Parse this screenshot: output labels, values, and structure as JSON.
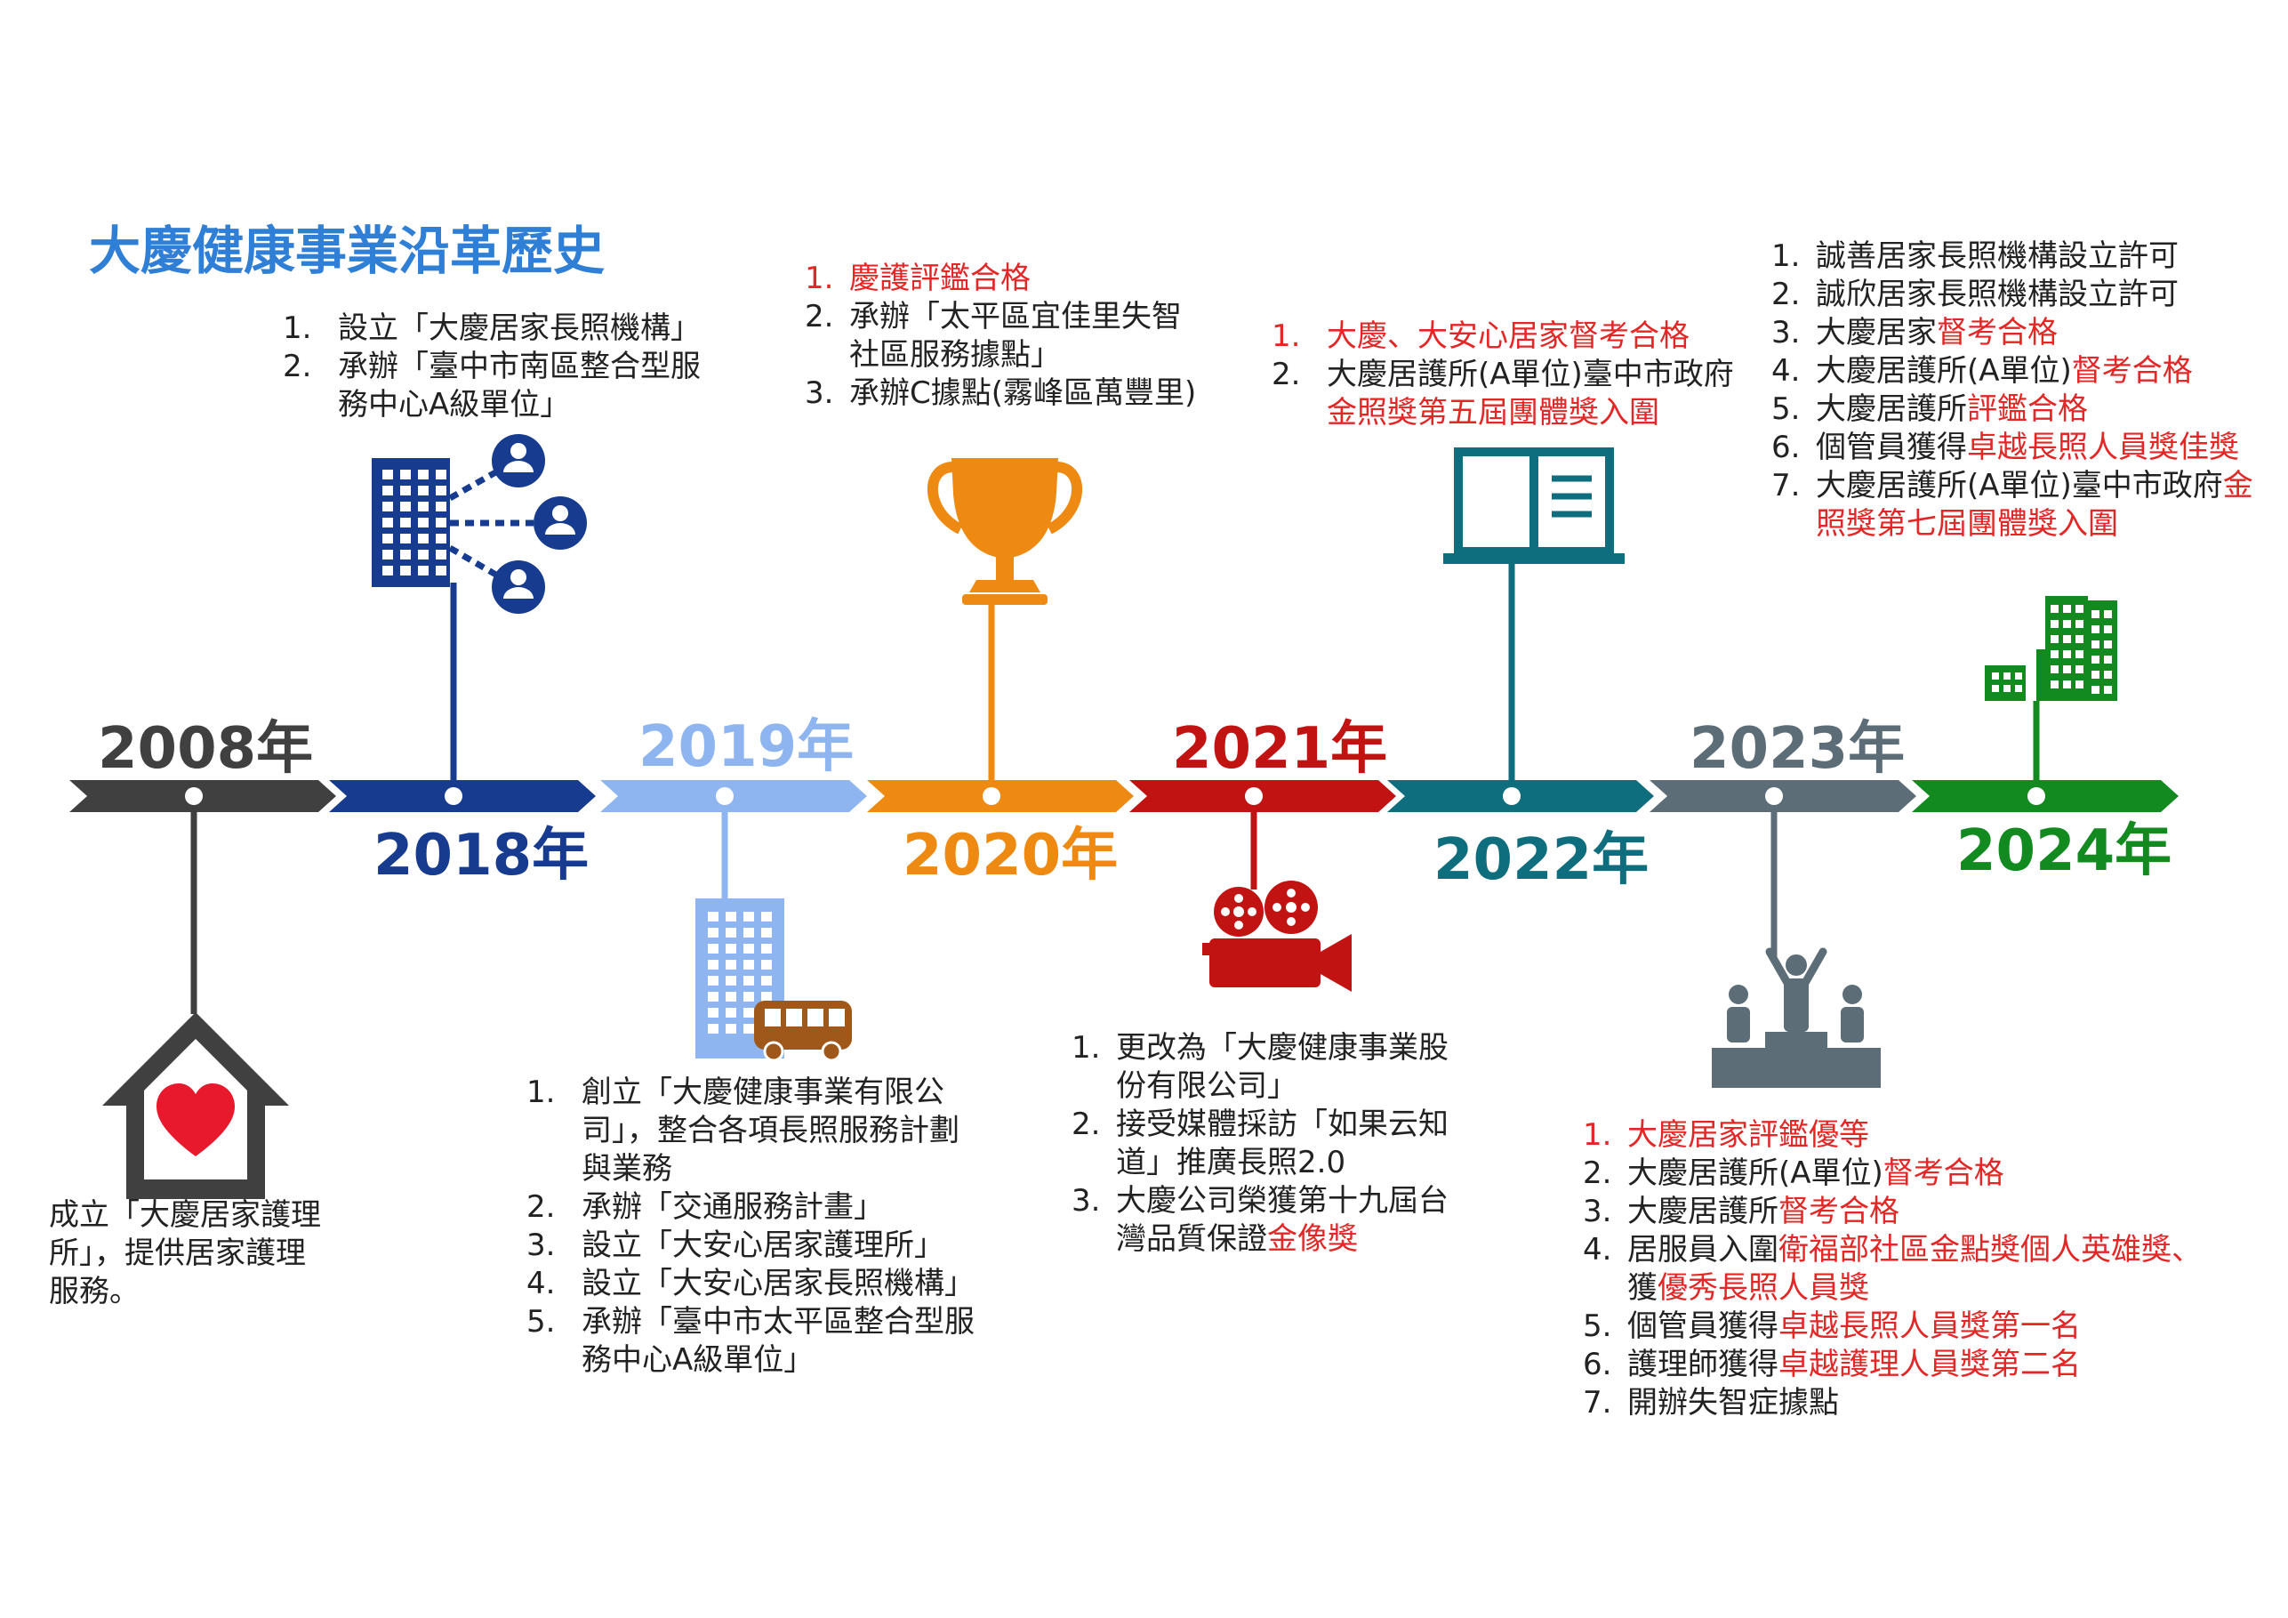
{
  "title": "大慶健康事業沿革歷史",
  "colors": {
    "title": "#2f7fd6",
    "red": "#e32626",
    "y2008": "#404040",
    "y2018": "#173c8f",
    "y2019": "#8fb5f0",
    "y2020": "#ee8a12",
    "y2021": "#c21313",
    "y2022": "#0f6e7e",
    "y2023": "#5d6d78",
    "y2024": "#128a1f"
  },
  "years": [
    {
      "key": "y2008",
      "label": "2008年",
      "icon": "house-heart-icon"
    },
    {
      "key": "y2018",
      "label": "2018年",
      "icon": "building-network-icon"
    },
    {
      "key": "y2019",
      "label": "2019年",
      "icon": "office-bus-icon"
    },
    {
      "key": "y2020",
      "label": "2020年",
      "icon": "trophy-icon"
    },
    {
      "key": "y2021",
      "label": "2021年",
      "icon": "film-camera-icon"
    },
    {
      "key": "y2022",
      "label": "2022年",
      "icon": "book-icon"
    },
    {
      "key": "y2023",
      "label": "2023年",
      "icon": "podium-icon"
    },
    {
      "key": "y2024",
      "label": "2024年",
      "icon": "city-buildings-icon"
    }
  ],
  "events": {
    "e2008": "成立「大慶居家護理所」，提供居家護理服務。",
    "e2008_lines": [
      "成立「大慶居家護理",
      "所」，提供居家護理",
      "服務。"
    ],
    "e2018": [
      {
        "num": "1.",
        "lines": [
          [
            {
              "t": "設立「大慶居家長照機構」"
            }
          ]
        ]
      },
      {
        "num": "2.",
        "lines": [
          [
            {
              "t": "承辦「臺中市南區整合型服"
            }
          ],
          [
            {
              "t": "務中心A級單位」"
            }
          ]
        ]
      }
    ],
    "e2019": [
      {
        "num": "1.",
        "lines": [
          [
            {
              "t": "創立「大慶健康事業有限公"
            }
          ],
          [
            {
              "t": "司」，整合各項長照服務計劃"
            }
          ],
          [
            {
              "t": "與業務"
            }
          ]
        ]
      },
      {
        "num": "2.",
        "lines": [
          [
            {
              "t": "承辦「交通服務計畫」"
            }
          ]
        ]
      },
      {
        "num": "3.",
        "lines": [
          [
            {
              "t": "設立「大安心居家護理所」"
            }
          ]
        ]
      },
      {
        "num": "4.",
        "lines": [
          [
            {
              "t": "設立「大安心居家長照機構」"
            }
          ]
        ]
      },
      {
        "num": "5.",
        "lines": [
          [
            {
              "t": "承辦「臺中市太平區整合型服"
            }
          ],
          [
            {
              "t": "務中心A級單位」"
            }
          ]
        ]
      }
    ],
    "e2020": [
      {
        "num": "1.",
        "red": true,
        "lines": [
          [
            {
              "t": "慶護評鑑合格",
              "red": true
            }
          ]
        ]
      },
      {
        "num": "2.",
        "lines": [
          [
            {
              "t": "承辦「太平區宜佳里失智"
            }
          ],
          [
            {
              "t": "社區服務據點」"
            }
          ]
        ]
      },
      {
        "num": "3.",
        "lines": [
          [
            {
              "t": "承辦C據點(霧峰區萬豐里)"
            }
          ]
        ]
      }
    ],
    "e2021": [
      {
        "num": "1.",
        "lines": [
          [
            {
              "t": "更改為「大慶健康事業股"
            }
          ],
          [
            {
              "t": "份有限公司」"
            }
          ]
        ]
      },
      {
        "num": "2.",
        "lines": [
          [
            {
              "t": "接受媒體採訪「如果云知"
            }
          ],
          [
            {
              "t": "道」推廣長照2.0"
            }
          ]
        ]
      },
      {
        "num": "3.",
        "lines": [
          [
            {
              "t": "大慶公司榮獲第十九屆台"
            }
          ],
          [
            {
              "t": "灣品質保證"
            },
            {
              "t": "金像獎",
              "red": true
            }
          ]
        ]
      }
    ],
    "e2022": [
      {
        "num": "1.",
        "red": true,
        "lines": [
          [
            {
              "t": "大慶、大安心居家督考合格",
              "red": true
            }
          ]
        ]
      },
      {
        "num": "2.",
        "lines": [
          [
            {
              "t": "大慶居護所(A單位)臺中市政府"
            }
          ],
          [
            {
              "t": "金照獎第五屆團體獎入圍",
              "red": true
            }
          ]
        ]
      }
    ],
    "e2023": [
      {
        "num": "1.",
        "red": true,
        "lines": [
          [
            {
              "t": "大慶居家評鑑優等",
              "red": true
            }
          ]
        ]
      },
      {
        "num": "2.",
        "lines": [
          [
            {
              "t": "大慶居護所(A單位)"
            },
            {
              "t": "督考合格",
              "red": true
            }
          ]
        ]
      },
      {
        "num": "3.",
        "lines": [
          [
            {
              "t": "大慶居護所"
            },
            {
              "t": "督考合格",
              "red": true
            }
          ]
        ]
      },
      {
        "num": "4.",
        "lines": [
          [
            {
              "t": "居服員入圍"
            },
            {
              "t": "衛福部社區金點獎個人英雄獎、",
              "red": true
            }
          ],
          [
            {
              "t": "獲"
            },
            {
              "t": "優秀長照人員獎",
              "red": true
            }
          ]
        ]
      },
      {
        "num": "5.",
        "lines": [
          [
            {
              "t": "個管員獲得"
            },
            {
              "t": "卓越長照人員獎第一名",
              "red": true
            }
          ]
        ]
      },
      {
        "num": "6.",
        "lines": [
          [
            {
              "t": "護理師獲得"
            },
            {
              "t": "卓越護理人員獎第二名",
              "red": true
            }
          ]
        ]
      },
      {
        "num": "7.",
        "lines": [
          [
            {
              "t": "開辦失智症據點"
            }
          ]
        ]
      }
    ],
    "e2024": [
      {
        "num": "1.",
        "lines": [
          [
            {
              "t": " 誠善居家長照機構設立許可"
            }
          ]
        ]
      },
      {
        "num": "2.",
        "lines": [
          [
            {
              "t": " 誠欣居家長照機構設立許可"
            }
          ]
        ]
      },
      {
        "num": "3.",
        "lines": [
          [
            {
              "t": "大慶居家"
            },
            {
              "t": "督考合格",
              "red": true
            }
          ]
        ]
      },
      {
        "num": "4.",
        "lines": [
          [
            {
              "t": "大慶居護所(A單位)"
            },
            {
              "t": "督考合格",
              "red": true
            }
          ]
        ]
      },
      {
        "num": "5.",
        "lines": [
          [
            {
              "t": "大慶居護所"
            },
            {
              "t": "評鑑合格",
              "red": true
            }
          ]
        ]
      },
      {
        "num": "6.",
        "lines": [
          [
            {
              "t": "個管員獲得"
            },
            {
              "t": "卓越長照人員獎佳獎",
              "red": true
            }
          ]
        ]
      },
      {
        "num": "7.",
        "lines": [
          [
            {
              "t": "大慶居護所(A單位)臺中市政府"
            },
            {
              "t": "金",
              "red": true
            }
          ],
          [
            {
              "t": "照獎第七屆團體獎入圍",
              "red": true
            }
          ]
        ]
      }
    ]
  }
}
